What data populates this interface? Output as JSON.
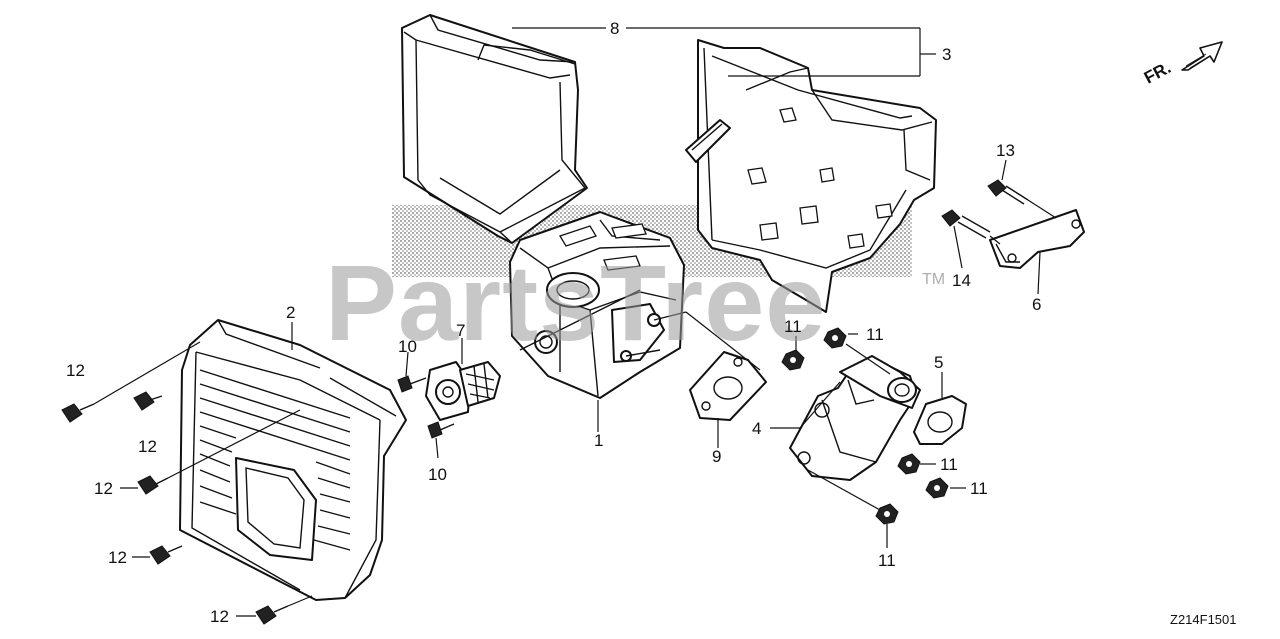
{
  "diagram": {
    "watermark": "PartsTree",
    "trademark": "TM",
    "direction_label": "FR.",
    "diagram_code": "Z214F1501",
    "callouts": {
      "c1": "1",
      "c2": "2",
      "c3": "3",
      "c4": "4",
      "c5": "5",
      "c6": "6",
      "c7": "7",
      "c8": "8",
      "c9": "9",
      "c10a": "10",
      "c10b": "10",
      "c11a": "11",
      "c11b": "11",
      "c11c": "11",
      "c11d": "11",
      "c11e": "11",
      "c12a": "12",
      "c12b": "12",
      "c12c": "12",
      "c12d": "12",
      "c12e": "12",
      "c13": "13",
      "c14": "14"
    },
    "icons": {
      "direction_arrow": "arrow-up-right-icon"
    }
  }
}
